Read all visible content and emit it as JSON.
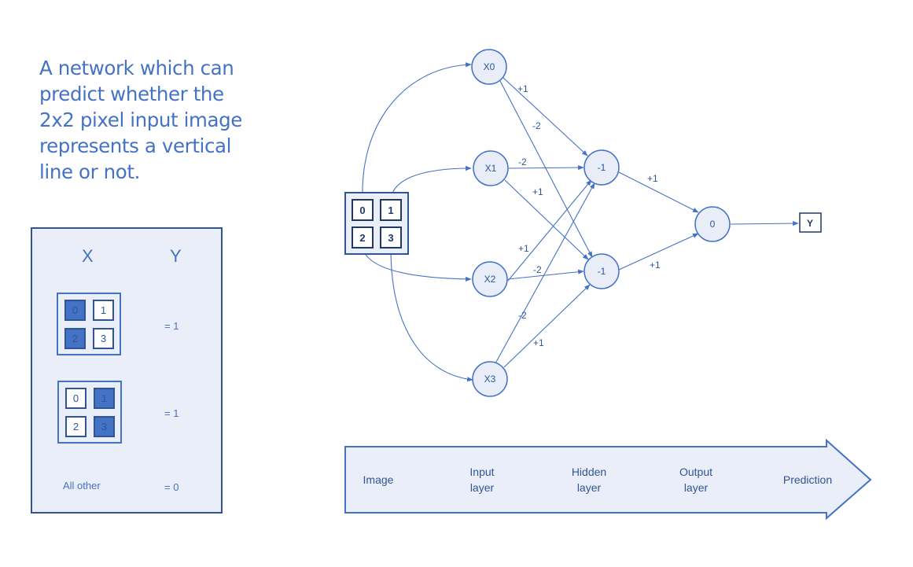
{
  "title": "A network which can predict whether the 2x2 pixel input image represents a vertical line or not.",
  "legend": {
    "x_header": "X",
    "y_header": "Y",
    "examples": [
      {
        "cells": [
          {
            "label": "0",
            "filled": true
          },
          {
            "label": "1",
            "filled": false
          },
          {
            "label": "2",
            "filled": true
          },
          {
            "label": "3",
            "filled": false
          }
        ],
        "y": "= 1"
      },
      {
        "cells": [
          {
            "label": "0",
            "filled": false
          },
          {
            "label": "1",
            "filled": true
          },
          {
            "label": "2",
            "filled": false
          },
          {
            "label": "3",
            "filled": true
          }
        ],
        "y": "= 1"
      }
    ],
    "other_label": "All other",
    "other_y": "= 0"
  },
  "network": {
    "input_cells": [
      "0",
      "1",
      "2",
      "3"
    ],
    "input_nodes": [
      "X0",
      "X1",
      "X2",
      "X3"
    ],
    "hidden_nodes": [
      "-1",
      "-1"
    ],
    "output_node": "0",
    "prediction": "Y",
    "weights": {
      "x0_h1": "+1",
      "x0_h2": "-2",
      "x1_h1": "-2",
      "x1_h2": "+1",
      "x2_h1": "+1",
      "x2_h2": "-2",
      "x3_h1": "-2",
      "x3_h2": "+1",
      "h1_out": "+1",
      "h2_out": "+1"
    }
  },
  "flow": {
    "stages": [
      {
        "line1": "Image",
        "line2": ""
      },
      {
        "line1": "Input",
        "line2": "layer"
      },
      {
        "line1": "Hidden",
        "line2": "layer"
      },
      {
        "line1": "Output",
        "line2": "layer"
      },
      {
        "line1": "Prediction",
        "line2": ""
      }
    ]
  },
  "colors": {
    "primary": "#4472c4",
    "dark": "#2f5597",
    "fill_light": "#e9eef8",
    "node_fill": "#e8edf7"
  }
}
